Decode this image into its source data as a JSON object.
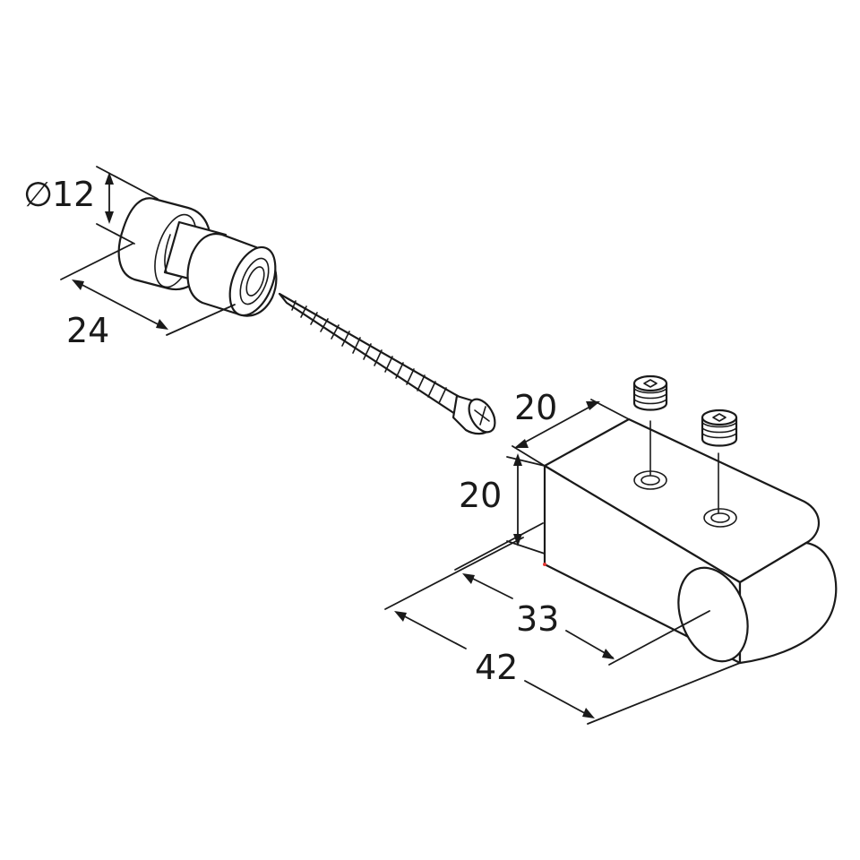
{
  "dimensions": {
    "diameter_symbol": "∅",
    "diameter_value": "12",
    "rod_length": "24",
    "block_width": "20",
    "block_height": "20",
    "inner_length": "33",
    "overall_length": "42"
  },
  "colors": {
    "line": "#1a1a1a",
    "background": "#ffffff",
    "marker": "#e53935"
  }
}
